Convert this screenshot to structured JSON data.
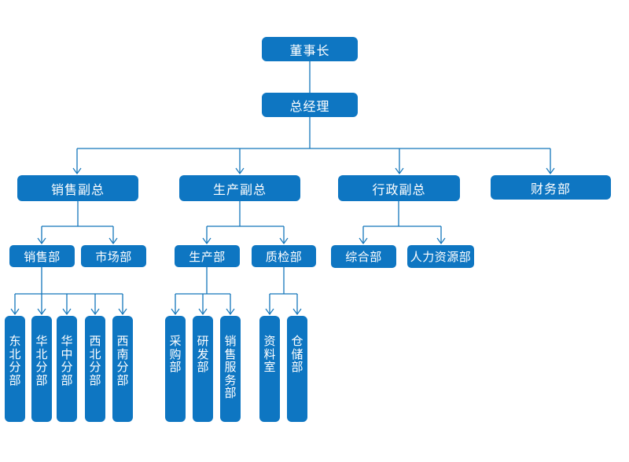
{
  "page": {
    "background": "#ffffff"
  },
  "colors": {
    "node_fill": "#0e76c2",
    "node_text": "#ffffff",
    "connector": "#1376bb",
    "page_bg": "#ffffff"
  },
  "nodes": {
    "chairman": "董事长",
    "general_manager": "总经理",
    "sales_vp": "销售副总",
    "production_vp": "生产副总",
    "admin_vp": "行政副总",
    "finance_dept": "财务部",
    "sales_dept": "销售部",
    "marketing_dept": "市场部",
    "production_dept": "生产部",
    "qc_dept": "质检部",
    "general_affairs_dept": "综合部",
    "hr_dept": "人力资源部",
    "branch_northeast": "东北分部",
    "branch_north_china": "华北分部",
    "branch_central_china": "华中分部",
    "branch_northwest": "西北分部",
    "branch_southwest": "西南分部",
    "purchasing_dept": "采购部",
    "rnd_dept": "研发部",
    "sales_service_dept": "销售服务部",
    "archives_room": "资料室",
    "warehouse_dept": "仓储部"
  },
  "edges": [
    [
      "chairman",
      "general_manager"
    ],
    [
      "general_manager",
      "sales_vp"
    ],
    [
      "general_manager",
      "production_vp"
    ],
    [
      "general_manager",
      "admin_vp"
    ],
    [
      "general_manager",
      "finance_dept"
    ],
    [
      "sales_vp",
      "sales_dept"
    ],
    [
      "sales_vp",
      "marketing_dept"
    ],
    [
      "production_vp",
      "production_dept"
    ],
    [
      "production_vp",
      "qc_dept"
    ],
    [
      "admin_vp",
      "general_affairs_dept"
    ],
    [
      "admin_vp",
      "hr_dept"
    ],
    [
      "sales_dept",
      "branch_northeast"
    ],
    [
      "sales_dept",
      "branch_north_china"
    ],
    [
      "sales_dept",
      "branch_central_china"
    ],
    [
      "sales_dept",
      "branch_northwest"
    ],
    [
      "sales_dept",
      "branch_southwest"
    ],
    [
      "production_dept",
      "purchasing_dept"
    ],
    [
      "production_dept",
      "rnd_dept"
    ],
    [
      "production_dept",
      "sales_service_dept"
    ],
    [
      "qc_dept",
      "archives_room"
    ],
    [
      "qc_dept",
      "warehouse_dept"
    ]
  ]
}
